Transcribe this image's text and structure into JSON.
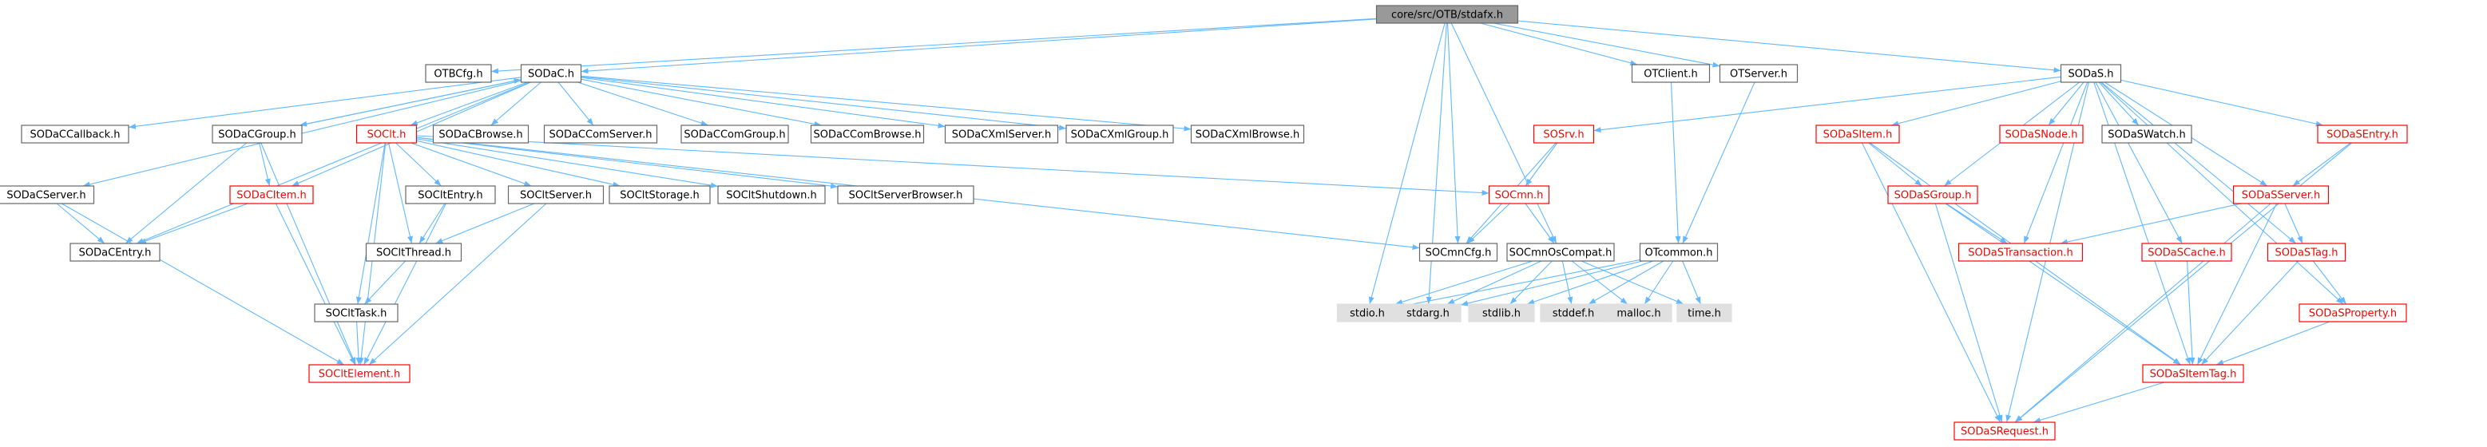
{
  "colors": {
    "edge": "#63b8ff",
    "box_border": "#666666",
    "box_fill": "#ffffff",
    "root_fill": "#999999",
    "root_border": "#666666",
    "red_border": "#ff0000",
    "sys_fill": "#e0e0e0",
    "sys_border": "#e0e0e0",
    "text": "#000000",
    "red_text": "#ff0000"
  },
  "nodes": [
    {
      "id": "stdafx",
      "label": "core/src/OTB/stdafx.h",
      "style": "root"
    },
    {
      "id": "otbcfg",
      "label": "OTBCfg.h",
      "style": "normal"
    },
    {
      "id": "sodac",
      "label": "SODaC.h",
      "style": "normal"
    },
    {
      "id": "otclient",
      "label": "OTClient.h",
      "style": "normal"
    },
    {
      "id": "otserver",
      "label": "OTServer.h",
      "style": "normal"
    },
    {
      "id": "sodas",
      "label": "SODaS.h",
      "style": "normal"
    },
    {
      "id": "sodaccallback",
      "label": "SODaCCallback.h",
      "style": "normal"
    },
    {
      "id": "sodacgroup",
      "label": "SODaCGroup.h",
      "style": "normal"
    },
    {
      "id": "soclt",
      "label": "SOClt.h",
      "style": "red"
    },
    {
      "id": "sodacbrowse",
      "label": "SODaCBrowse.h",
      "style": "normal"
    },
    {
      "id": "sodaccomserver",
      "label": "SODaCComServer.h",
      "style": "normal"
    },
    {
      "id": "sodaccomgroup",
      "label": "SODaCComGroup.h",
      "style": "normal"
    },
    {
      "id": "sodaccombrowse",
      "label": "SODaCComBrowse.h",
      "style": "normal"
    },
    {
      "id": "sodacxmlserver",
      "label": "SODaCXmlServer.h",
      "style": "normal"
    },
    {
      "id": "sodacxmlgroup",
      "label": "SODaCXmlGroup.h",
      "style": "normal"
    },
    {
      "id": "sodacxmlbrowse",
      "label": "SODaCXmlBrowse.h",
      "style": "normal"
    },
    {
      "id": "sodacserver",
      "label": "SODaCServer.h",
      "style": "normal"
    },
    {
      "id": "sodacitem",
      "label": "SODaCItem.h",
      "style": "red"
    },
    {
      "id": "socltentry",
      "label": "SOCltEntry.h",
      "style": "normal"
    },
    {
      "id": "socltserver",
      "label": "SOCltServer.h",
      "style": "normal"
    },
    {
      "id": "socltstorage",
      "label": "SOCltStorage.h",
      "style": "normal"
    },
    {
      "id": "socltshutdown",
      "label": "SOCltShutdown.h",
      "style": "normal"
    },
    {
      "id": "socltserverbrowser",
      "label": "SOCltServerBrowser.h",
      "style": "normal"
    },
    {
      "id": "sodacentry",
      "label": "SODaCEntry.h",
      "style": "normal"
    },
    {
      "id": "socltthread",
      "label": "SOCltThread.h",
      "style": "normal"
    },
    {
      "id": "soclttask",
      "label": "SOCltTask.h",
      "style": "normal"
    },
    {
      "id": "socltelement",
      "label": "SOCltElement.h",
      "style": "red"
    },
    {
      "id": "sosrv",
      "label": "SOSrv.h",
      "style": "red"
    },
    {
      "id": "socmn",
      "label": "SOCmn.h",
      "style": "red"
    },
    {
      "id": "socmncfg",
      "label": "SOCmnCfg.h",
      "style": "normal"
    },
    {
      "id": "socmnoscompat",
      "label": "SOCmnOsCompat.h",
      "style": "normal"
    },
    {
      "id": "otcommon",
      "label": "OTcommon.h",
      "style": "normal"
    },
    {
      "id": "stdio",
      "label": "stdio.h",
      "style": "sys"
    },
    {
      "id": "stdarg",
      "label": "stdarg.h",
      "style": "sys"
    },
    {
      "id": "stdlib",
      "label": "stdlib.h",
      "style": "sys"
    },
    {
      "id": "stddef",
      "label": "stddef.h",
      "style": "sys"
    },
    {
      "id": "malloc",
      "label": "malloc.h",
      "style": "sys"
    },
    {
      "id": "time",
      "label": "time.h",
      "style": "sys"
    },
    {
      "id": "sodasitem",
      "label": "SODaSItem.h",
      "style": "red"
    },
    {
      "id": "sodasnode",
      "label": "SODaSNode.h",
      "style": "red"
    },
    {
      "id": "sodaswatch",
      "label": "SODaSWatch.h",
      "style": "normal"
    },
    {
      "id": "sodasentry",
      "label": "SODaSEntry.h",
      "style": "red"
    },
    {
      "id": "sodasgroup",
      "label": "SODaSGroup.h",
      "style": "red"
    },
    {
      "id": "sodasserver",
      "label": "SODaSServer.h",
      "style": "red"
    },
    {
      "id": "sodastransaction",
      "label": "SODaSTransaction.h",
      "style": "red"
    },
    {
      "id": "sodascache",
      "label": "SODaSCache.h",
      "style": "red"
    },
    {
      "id": "sodastag",
      "label": "SODaSTag.h",
      "style": "red"
    },
    {
      "id": "sodasproperty",
      "label": "SODaSProperty.h",
      "style": "red"
    },
    {
      "id": "sodasitemtag",
      "label": "SODaSItemTag.h",
      "style": "red"
    },
    {
      "id": "sodasrequest",
      "label": "SODaSRequest.h",
      "style": "red"
    }
  ],
  "edges": [
    [
      "stdafx",
      "otbcfg"
    ],
    [
      "stdafx",
      "sodac"
    ],
    [
      "stdafx",
      "otclient"
    ],
    [
      "stdafx",
      "otserver"
    ],
    [
      "stdafx",
      "sodas"
    ],
    [
      "stdafx",
      "stdio"
    ],
    [
      "stdafx",
      "stdarg"
    ],
    [
      "stdafx",
      "socmncfg"
    ],
    [
      "stdafx",
      "socmnoscompat"
    ],
    [
      "sodac",
      "sodaccallback"
    ],
    [
      "sodac",
      "sodacgroup"
    ],
    [
      "sodac",
      "soclt"
    ],
    [
      "sodac",
      "sodacbrowse"
    ],
    [
      "sodac",
      "sodaccomserver"
    ],
    [
      "sodac",
      "sodaccomgroup"
    ],
    [
      "sodac",
      "sodaccombrowse"
    ],
    [
      "sodac",
      "sodacxmlserver"
    ],
    [
      "sodac",
      "sodacxmlgroup"
    ],
    [
      "sodac",
      "sodacxmlbrowse"
    ],
    [
      "sodac",
      "sodacserver"
    ],
    [
      "sodac",
      "sodacitem"
    ],
    [
      "sodac",
      "sodacentry"
    ],
    [
      "sodacgroup",
      "sodac"
    ],
    [
      "sodacgroup",
      "sodacitem"
    ],
    [
      "sodacgroup",
      "sodacentry"
    ],
    [
      "sodacgroup",
      "socltelement"
    ],
    [
      "sodacserver",
      "sodacentry"
    ],
    [
      "sodacserver",
      "socltelement"
    ],
    [
      "sodacitem",
      "sodacentry"
    ],
    [
      "sodacitem",
      "socltelement"
    ],
    [
      "soclt",
      "socltentry"
    ],
    [
      "soclt",
      "socltserver"
    ],
    [
      "soclt",
      "socltstorage"
    ],
    [
      "soclt",
      "socltshutdown"
    ],
    [
      "soclt",
      "socltserverbrowser"
    ],
    [
      "soclt",
      "socltthread"
    ],
    [
      "soclt",
      "soclttask"
    ],
    [
      "soclt",
      "socltelement"
    ],
    [
      "soclt",
      "socmn"
    ],
    [
      "soclt",
      "socmncfg"
    ],
    [
      "socltentry",
      "socltthread"
    ],
    [
      "socltentry",
      "socltelement"
    ],
    [
      "socltserver",
      "socltthread"
    ],
    [
      "socltserver",
      "socltelement"
    ],
    [
      "socltthread",
      "soclttask"
    ],
    [
      "soclttask",
      "socltelement"
    ],
    [
      "otclient",
      "otcommon"
    ],
    [
      "otserver",
      "otcommon"
    ],
    [
      "otcommon",
      "stdio"
    ],
    [
      "otcommon",
      "stdarg"
    ],
    [
      "otcommon",
      "stdlib"
    ],
    [
      "otcommon",
      "stddef"
    ],
    [
      "otcommon",
      "malloc"
    ],
    [
      "otcommon",
      "time"
    ],
    [
      "socmnoscompat",
      "stdio"
    ],
    [
      "socmnoscompat",
      "stdarg"
    ],
    [
      "socmnoscompat",
      "stdlib"
    ],
    [
      "socmnoscompat",
      "stddef"
    ],
    [
      "socmnoscompat",
      "malloc"
    ],
    [
      "socmnoscompat",
      "time"
    ],
    [
      "sosrv",
      "socmn"
    ],
    [
      "sosrv",
      "socmncfg"
    ],
    [
      "socmn",
      "socmncfg"
    ],
    [
      "socmn",
      "socmnoscompat"
    ],
    [
      "sodas",
      "sosrv"
    ],
    [
      "sodas",
      "sodasitem"
    ],
    [
      "sodas",
      "sodasnode"
    ],
    [
      "sodas",
      "sodaswatch"
    ],
    [
      "sodas",
      "sodasentry"
    ],
    [
      "sodas",
      "sodasgroup"
    ],
    [
      "sodas",
      "sodasserver"
    ],
    [
      "sodas",
      "sodastransaction"
    ],
    [
      "sodas",
      "sodascache"
    ],
    [
      "sodas",
      "sodastag"
    ],
    [
      "sodas",
      "sodasproperty"
    ],
    [
      "sodas",
      "sodasitemtag"
    ],
    [
      "sodas",
      "sodasrequest"
    ],
    [
      "sodasitem",
      "sodasgroup"
    ],
    [
      "sodasitem",
      "sodasitemtag"
    ],
    [
      "sodasitem",
      "sodasrequest"
    ],
    [
      "sodasgroup",
      "sodastransaction"
    ],
    [
      "sodasgroup",
      "sodasitemtag"
    ],
    [
      "sodasgroup",
      "sodasrequest"
    ],
    [
      "sodasentry",
      "sodasserver"
    ],
    [
      "sodasentry",
      "sodasrequest"
    ],
    [
      "sodasserver",
      "sodastransaction"
    ],
    [
      "sodasserver",
      "sodastag"
    ],
    [
      "sodasserver",
      "sodasitemtag"
    ],
    [
      "sodasserver",
      "sodasrequest"
    ],
    [
      "sodascache",
      "sodasitemtag"
    ],
    [
      "sodastag",
      "sodasproperty"
    ],
    [
      "sodastag",
      "sodasitemtag"
    ],
    [
      "sodasproperty",
      "sodasitemtag"
    ],
    [
      "sodasitemtag",
      "sodasrequest"
    ]
  ]
}
